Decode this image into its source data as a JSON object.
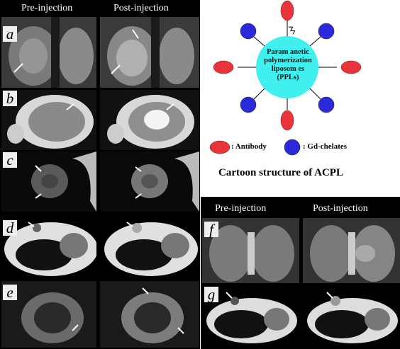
{
  "left_headers": {
    "pre": "Pre-injection",
    "post": "Post-injection"
  },
  "right_headers": {
    "pre": "Pre-injection",
    "post": "Post-injection"
  },
  "panel_labels": {
    "a": "a",
    "b": "b",
    "c": "c",
    "d": "d",
    "e": "e",
    "f": "f",
    "g": "g"
  },
  "cartoon": {
    "center_lines": [
      "Param anetic",
      "polymerization",
      "liposom es",
      "(PPLs)"
    ],
    "legend_antibody": ": Antibody",
    "legend_gd": ": Gd-chelates",
    "caption": "Cartoon structure of ACPL",
    "colors": {
      "core": "#3ff0ee",
      "antibody": "#e8343a",
      "gd": "#2a2ad8"
    }
  }
}
